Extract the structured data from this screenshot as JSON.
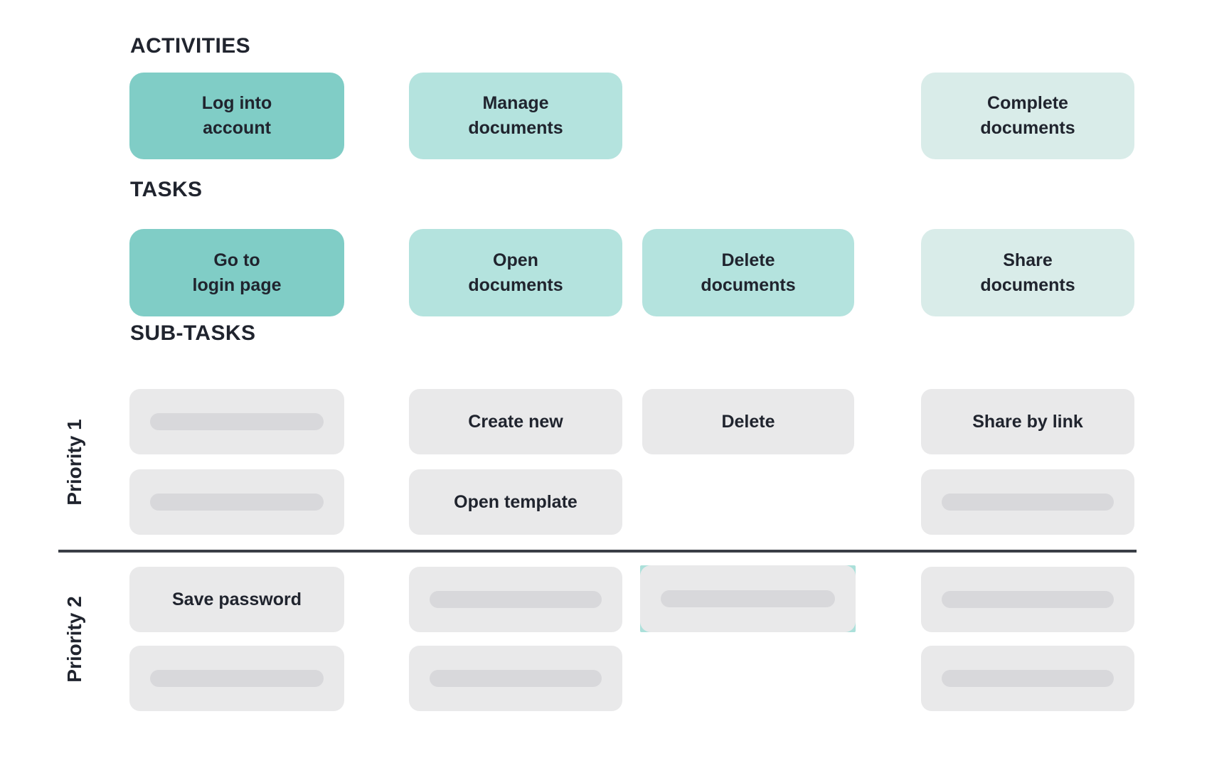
{
  "colors": {
    "teal-dark": "#80cdc6",
    "teal-mid": "#b4e3de",
    "teal-light": "#d9ece9",
    "highlight-teal": "#abe0da",
    "gray-card": "#e9e9ea",
    "gray-pill": "#d8d8db",
    "text": "#20242e",
    "divider": "#3a3e46"
  },
  "headings": {
    "activities": "ACTIVITIES",
    "tasks": "TASKS",
    "subtasks": "SUB-TASKS"
  },
  "priorities": {
    "p1": "Priority 1",
    "p2": "Priority 2"
  },
  "activities": {
    "log_into_account": {
      "line1": "Log into",
      "line2": "account"
    },
    "manage_documents": {
      "line1": "Manage",
      "line2": "documents"
    },
    "complete_documents": {
      "line1": "Complete",
      "line2": "documents"
    }
  },
  "tasks": {
    "go_to_login_page": {
      "line1": "Go to",
      "line2": "login page"
    },
    "open_documents": {
      "line1": "Open",
      "line2": "documents"
    },
    "delete_documents": {
      "line1": "Delete",
      "line2": "documents"
    },
    "share_documents": {
      "line1": "Share",
      "line2": "documents"
    }
  },
  "subtasks": {
    "create_new": "Create new",
    "delete": "Delete",
    "share_by_link": "Share by link",
    "open_template": "Open template",
    "save_password": "Save password"
  }
}
